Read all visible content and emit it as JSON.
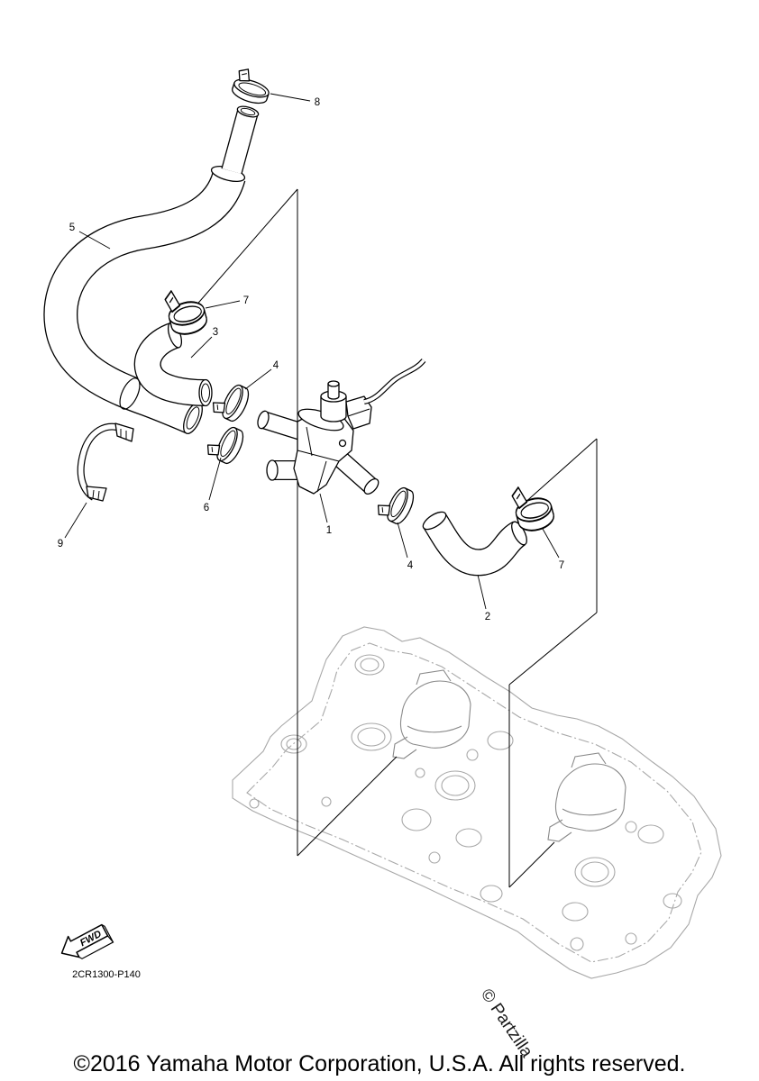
{
  "diagram": {
    "callouts": [
      {
        "label": "8"
      },
      {
        "label": "5"
      },
      {
        "label": "7"
      },
      {
        "label": "3"
      },
      {
        "label": "4"
      },
      {
        "label": "6"
      },
      {
        "label": "9"
      },
      {
        "label": "1"
      },
      {
        "label": "4"
      },
      {
        "label": "7"
      },
      {
        "label": "2"
      }
    ],
    "fwd_label": "FWD",
    "part_code": "2CR1300-P140"
  },
  "watermark": {
    "text": "© Partzilla"
  },
  "footer": {
    "copyright": "©2016 Yamaha Motor Corporation, U.S.A. All rights reserved."
  },
  "colors": {
    "line": "#000000",
    "ghost": "#a8a8a8",
    "background": "#ffffff"
  }
}
